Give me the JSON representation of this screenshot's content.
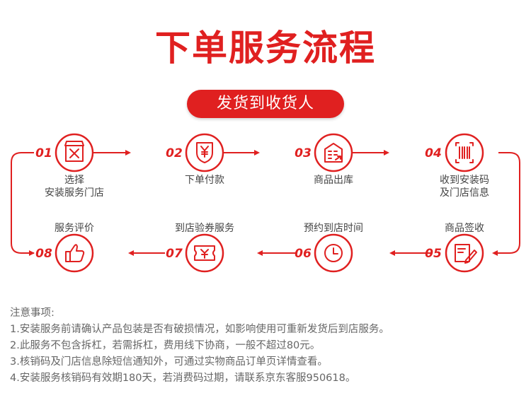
{
  "title": "下单服务流程",
  "banner": "发货到收货人",
  "colors": {
    "accent": "#e02020",
    "text": "#444444",
    "note_text": "#666666"
  },
  "steps": [
    {
      "num": "01",
      "label": "选择\n安装服务门店",
      "icon": "store-tools-icon"
    },
    {
      "num": "02",
      "label": "下单付款",
      "icon": "yen-shield-icon"
    },
    {
      "num": "03",
      "label": "商品出库",
      "icon": "warehouse-icon"
    },
    {
      "num": "04",
      "label": "收到安装码\n及门店信息",
      "icon": "barcode-icon"
    },
    {
      "num": "05",
      "label": "商品签收",
      "icon": "sign-pen-icon"
    },
    {
      "num": "06",
      "label": "预约到店时间",
      "icon": "clock-icon"
    },
    {
      "num": "07",
      "label": "到店验券服务",
      "icon": "coupon-icon"
    },
    {
      "num": "08",
      "label": "服务评价",
      "icon": "thumbs-up-icon"
    }
  ],
  "notes": {
    "heading": "注意事项:",
    "items": [
      "1.安装服务前请确认产品包装是否有破损情况，如影响使用可重新发货后到店服务。",
      "2.此服务不包含拆杠，若需拆杠，费用线下协商，一般不超过80元。",
      "3.核销码及门店信息除短信通知外，可通过实物商品订单页详情查看。",
      "4.安装服务核销码有效期180天，若消费码过期，请联系京东客服950618。"
    ]
  }
}
